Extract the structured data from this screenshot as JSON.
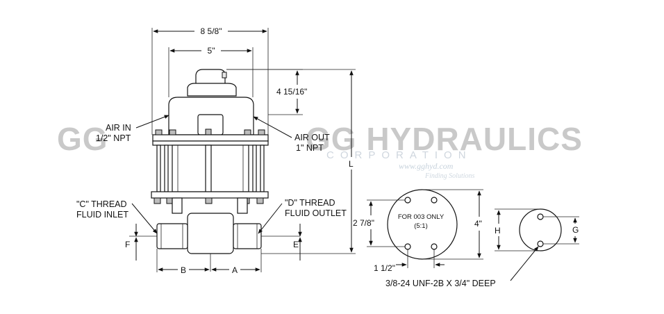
{
  "watermark": {
    "brand": "GG HYDRAULICS",
    "corp": "CORPORATION",
    "url": "www.gghyd.com",
    "tagline": "Finding Solutions"
  },
  "dimensions": {
    "overall_width": "8 5/8\"",
    "inner_width": "5\"",
    "top_height": "4 15/16\"",
    "length": "L",
    "b": "B",
    "a": "A",
    "f": "F",
    "e": "E",
    "bolt_circle": "2 7/8\"",
    "flange_dia": "4\"",
    "hole_spacing": "1 1/2\"",
    "h": "H",
    "g": "G"
  },
  "labels": {
    "air_in_1": "AIR IN",
    "air_in_2": "1/2\" NPT",
    "air_out_1": "AIR OUT",
    "air_out_2": "1\" NPT",
    "c_thread_1": "\"C\" THREAD",
    "c_thread_2": "FLUID INLET",
    "d_thread_1": "\"D\" THREAD",
    "d_thread_2": "FLUID OUTLET",
    "for_003_1": "FOR 003 ONLY",
    "for_003_2": "(5:1)",
    "tap_note": "3/8-24 UNF-2B X 3/4\" DEEP"
  }
}
